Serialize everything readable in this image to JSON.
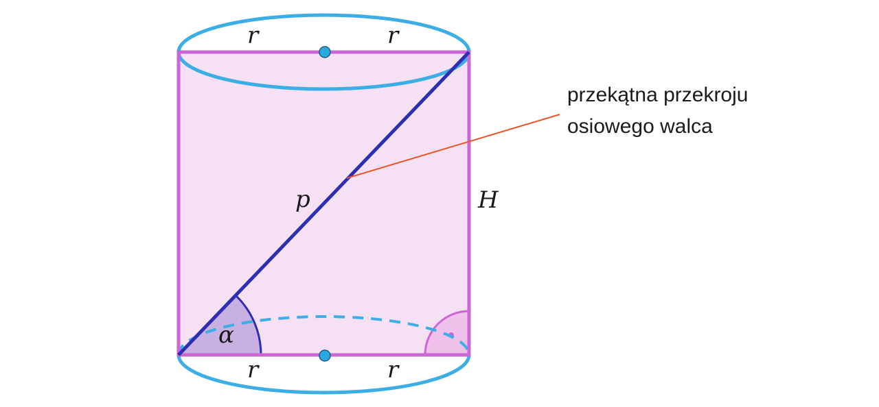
{
  "diagram": {
    "labels": {
      "radius_top_left": "r",
      "radius_top_right": "r",
      "radius_bottom_left": "r",
      "radius_bottom_right": "r",
      "diagonal": "p",
      "height": "H",
      "angle": "α"
    },
    "callout": {
      "line1": "przekątna przekroju",
      "line2": "osiowego walca"
    },
    "colors": {
      "cylinder_outline": "#3daee4",
      "section_fill": "#f6e0f4",
      "section_stroke": "#cc66d6",
      "diagonal": "#2e2fb0",
      "angle_fill": "#c9b0e3",
      "right_angle_fill": "#efc0ea",
      "center_point": "#2aa9e0",
      "callout_line": "#e8542a"
    }
  }
}
